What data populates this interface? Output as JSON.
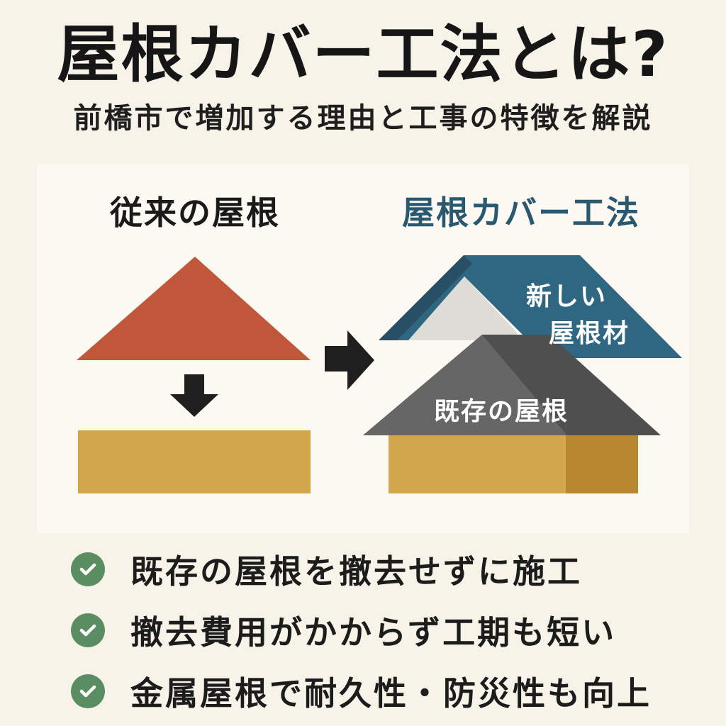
{
  "title": "屋根カバー工法とは?",
  "subtitle": "前橋市で増加する理由と工事の特徴を解説",
  "comparison": {
    "left_label": "従来の屋根",
    "right_label": "屋根カバー工法",
    "new_roof_label_line1": "新しい",
    "new_roof_label_line2": "屋根材",
    "existing_roof_label": "既存の屋根"
  },
  "features": [
    {
      "text": "既存の屋根を撤去せずに施工",
      "icon": "check-circle-icon"
    },
    {
      "text": "撤去費用がかからず工期も短い",
      "icon": "check-circle-icon"
    },
    {
      "text": "金属屋根で耐久性・防災性も向上",
      "icon": "check-circle-icon"
    }
  ],
  "colors": {
    "background": "#f7f3e9",
    "old_roof": "#c0573a",
    "base": "#d2a64a",
    "new_roof": "#2f6682",
    "existing_roof": "#595959",
    "accent_text": "#2a5870",
    "check": "#5a8d62"
  }
}
